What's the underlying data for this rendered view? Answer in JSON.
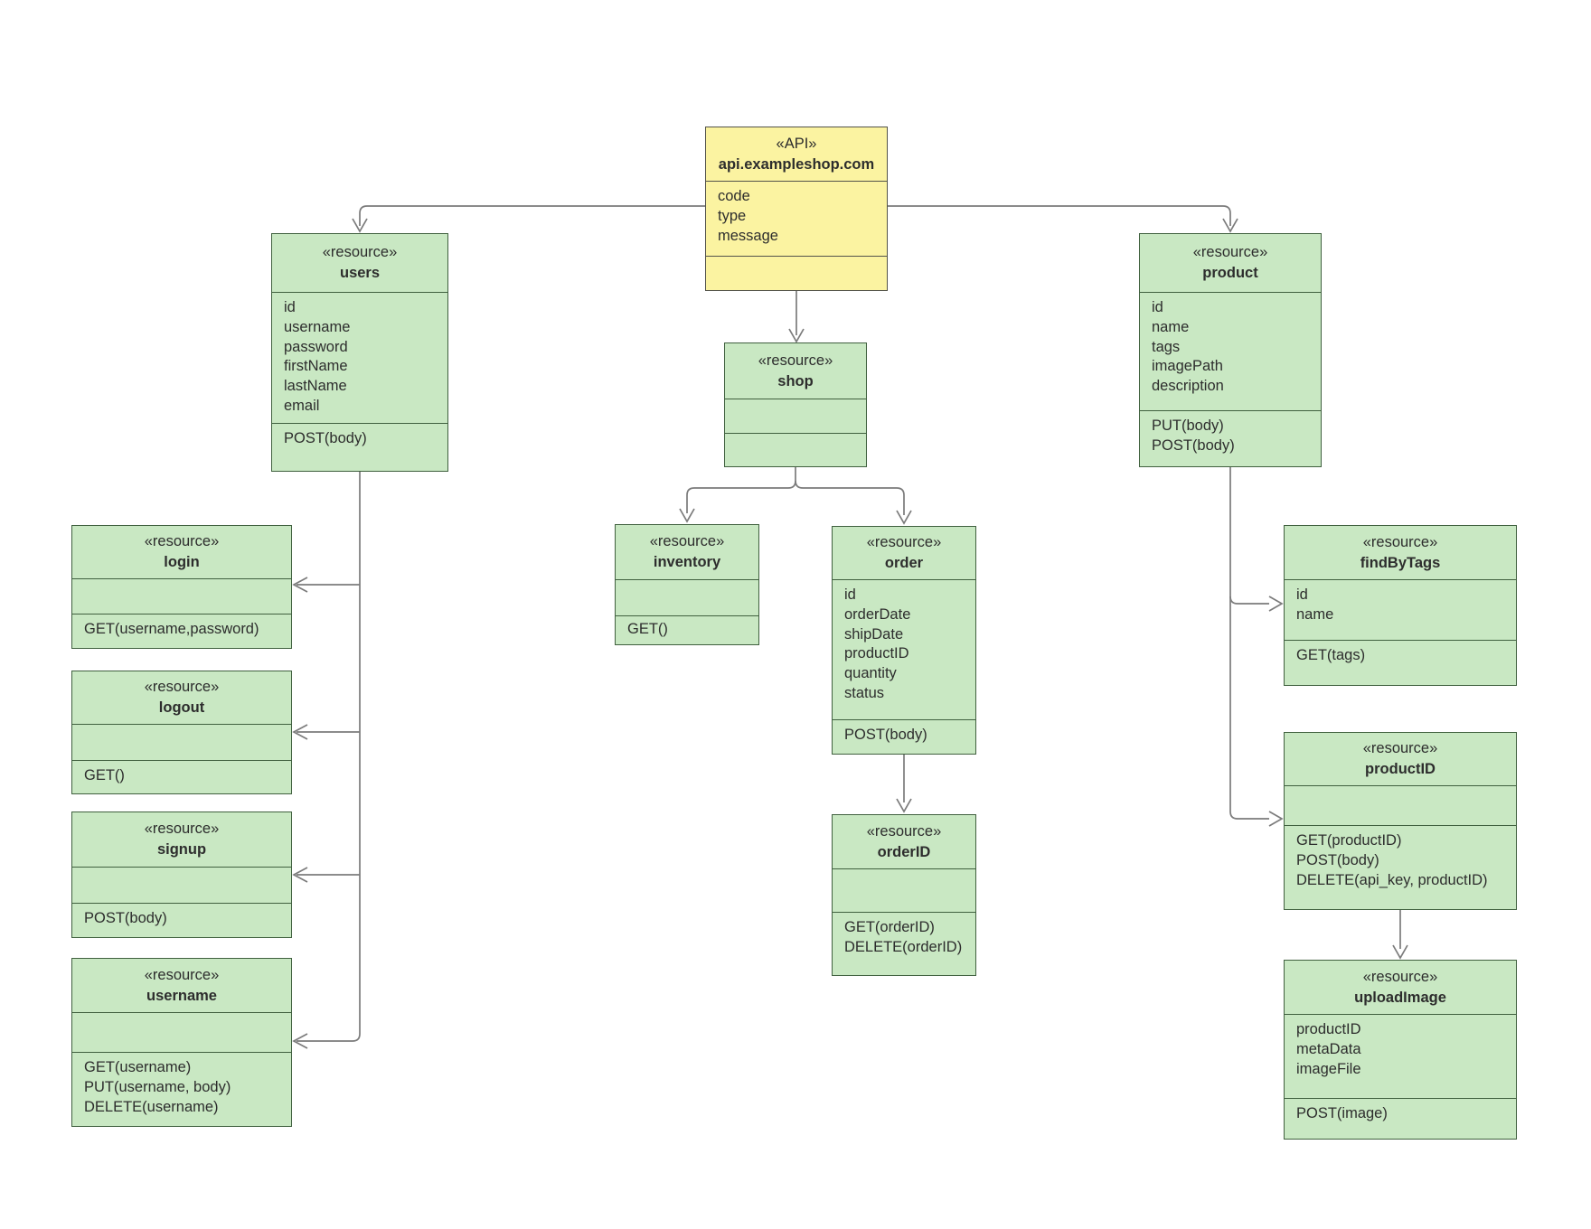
{
  "colors": {
    "api_fill": "#FBF3A1",
    "api_border": "#53534A",
    "resource_fill": "#C9E8C3",
    "resource_border": "#40603F",
    "connector_line": "#7B7B7B",
    "text": "#2D2D2D"
  },
  "boxes": {
    "api": {
      "stereotype": "«API»",
      "name": "api.exampleshop.com",
      "attributes": [
        "code",
        "type",
        "message"
      ],
      "methods": []
    },
    "users": {
      "stereotype": "«resource»",
      "name": "users",
      "attributes": [
        "id",
        "username",
        "password",
        "firstName",
        "lastName",
        "email"
      ],
      "methods": [
        "POST(body)"
      ]
    },
    "shop": {
      "stereotype": "«resource»",
      "name": "shop",
      "attributes": [],
      "methods": []
    },
    "product": {
      "stereotype": "«resource»",
      "name": "product",
      "attributes": [
        "id",
        "name",
        "tags",
        "imagePath",
        "description"
      ],
      "methods": [
        "PUT(body)",
        "POST(body)"
      ]
    },
    "login": {
      "stereotype": "«resource»",
      "name": "login",
      "attributes": [],
      "methods": [
        "GET(username,password)"
      ]
    },
    "logout": {
      "stereotype": "«resource»",
      "name": "logout",
      "attributes": [],
      "methods": [
        "GET()"
      ]
    },
    "signup": {
      "stereotype": "«resource»",
      "name": "signup",
      "attributes": [],
      "methods": [
        "POST(body)"
      ]
    },
    "username": {
      "stereotype": "«resource»",
      "name": "username",
      "attributes": [],
      "methods": [
        "GET(username)",
        "PUT(username, body)",
        "DELETE(username)"
      ]
    },
    "inventory": {
      "stereotype": "«resource»",
      "name": "inventory",
      "attributes": [],
      "methods": [
        "GET()"
      ]
    },
    "order": {
      "stereotype": "«resource»",
      "name": "order",
      "attributes": [
        "id",
        "orderDate",
        "shipDate",
        "productID",
        "quantity",
        "status"
      ],
      "methods": [
        "POST(body)"
      ]
    },
    "orderID": {
      "stereotype": "«resource»",
      "name": "orderID",
      "attributes": [],
      "methods": [
        "GET(orderID)",
        "DELETE(orderID)"
      ]
    },
    "findByTags": {
      "stereotype": "«resource»",
      "name": "findByTags",
      "attributes": [
        "id",
        "name"
      ],
      "methods": [
        "GET(tags)"
      ]
    },
    "productID": {
      "stereotype": "«resource»",
      "name": "productID",
      "attributes": [],
      "methods": [
        "GET(productID)",
        "POST(body)",
        "DELETE(api_key, productID)"
      ]
    },
    "uploadImage": {
      "stereotype": "«resource»",
      "name": "uploadImage",
      "attributes": [
        "productID",
        "metaData",
        "imageFile"
      ],
      "methods": [
        "POST(image)"
      ]
    }
  },
  "connections": [
    {
      "from": "api.exampleshop.com",
      "to": "users"
    },
    {
      "from": "api.exampleshop.com",
      "to": "shop"
    },
    {
      "from": "api.exampleshop.com",
      "to": "product"
    },
    {
      "from": "users",
      "to": "login"
    },
    {
      "from": "users",
      "to": "logout"
    },
    {
      "from": "users",
      "to": "signup"
    },
    {
      "from": "users",
      "to": "username"
    },
    {
      "from": "shop",
      "to": "inventory"
    },
    {
      "from": "shop",
      "to": "order"
    },
    {
      "from": "order",
      "to": "orderID"
    },
    {
      "from": "product",
      "to": "findByTags"
    },
    {
      "from": "product",
      "to": "productID"
    },
    {
      "from": "productID",
      "to": "uploadImage"
    }
  ]
}
